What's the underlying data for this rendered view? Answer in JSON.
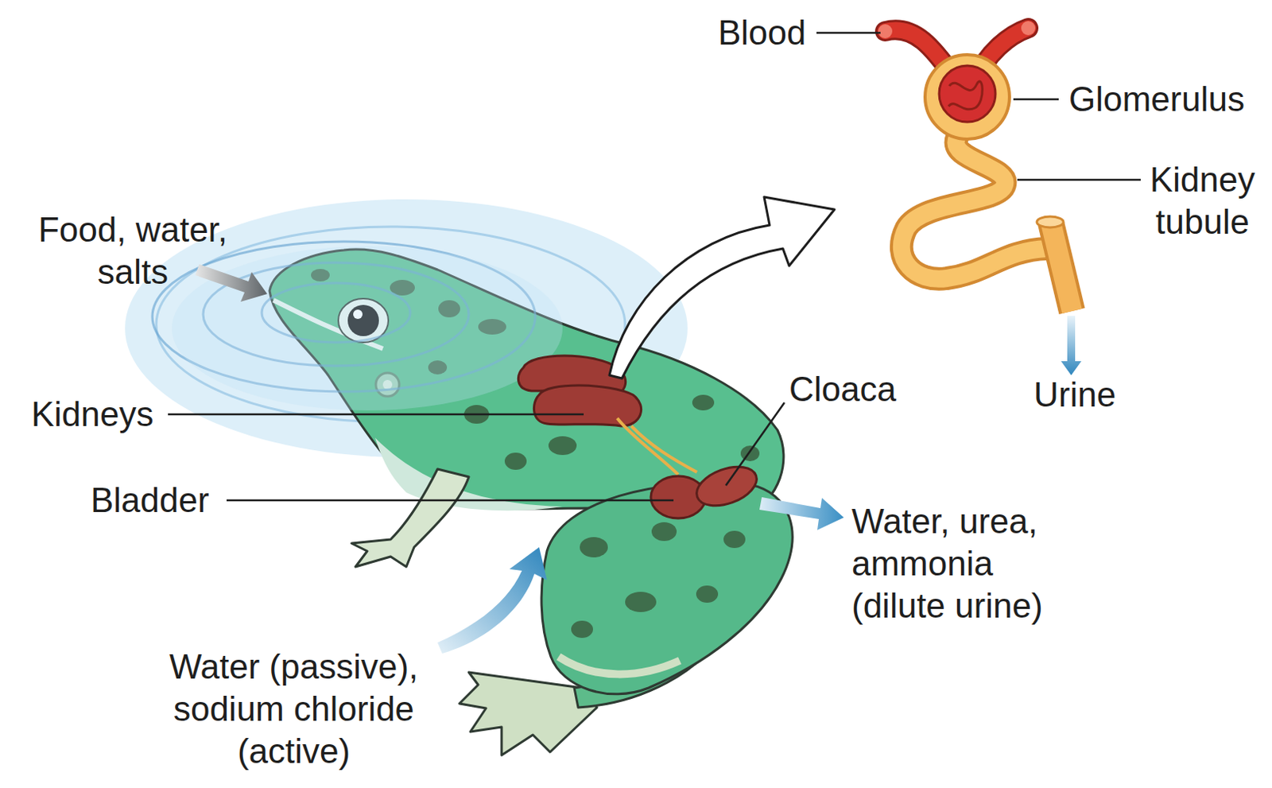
{
  "diagram": {
    "labels": [
      "Blood",
      "Glomerulus",
      "Kidney tubule",
      "Food, water, salts",
      "Cloaca",
      "Urine",
      "Kidneys",
      "Bladder",
      "Water, urea, ammonia (dilute urine)",
      "Water (passive), sodium chloride (active)"
    ]
  }
}
